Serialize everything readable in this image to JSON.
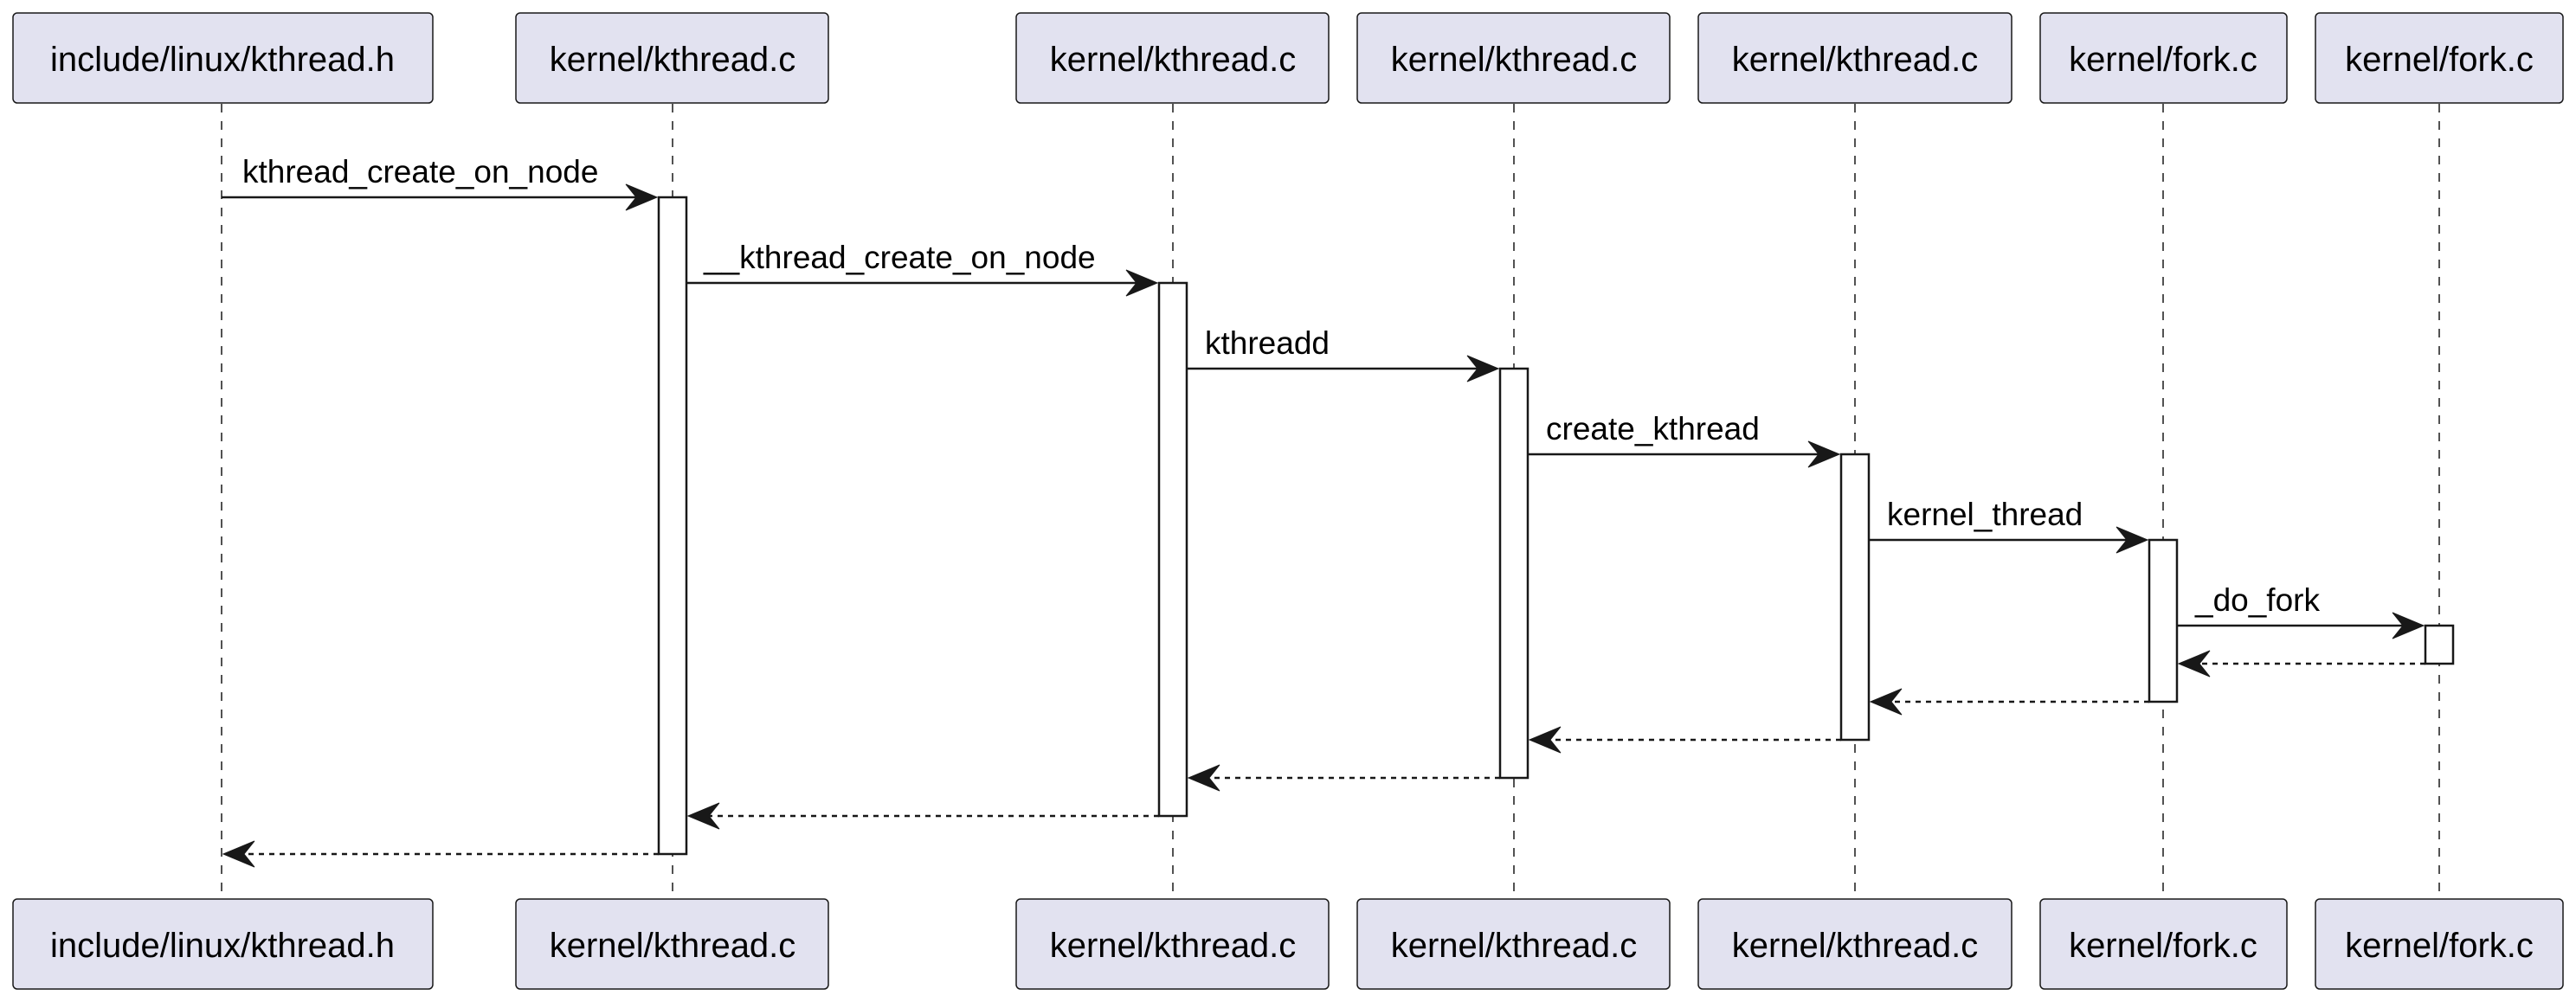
{
  "participants": [
    {
      "label": "include/linux/kthread.h"
    },
    {
      "label": "kernel/kthread.c"
    },
    {
      "label": "kernel/kthread.c"
    },
    {
      "label": "kernel/kthread.c"
    },
    {
      "label": "kernel/kthread.c"
    },
    {
      "label": "kernel/fork.c"
    },
    {
      "label": "kernel/fork.c"
    }
  ],
  "messages": [
    {
      "label": "kthread_create_on_node",
      "from": 0,
      "to": 1
    },
    {
      "label": "__kthread_create_on_node",
      "from": 1,
      "to": 2
    },
    {
      "label": "kthreadd",
      "from": 2,
      "to": 3
    },
    {
      "label": "create_kthread",
      "from": 3,
      "to": 4
    },
    {
      "label": "kernel_thread",
      "from": 4,
      "to": 5
    },
    {
      "label": "_do_fork",
      "from": 5,
      "to": 6
    }
  ],
  "returns": [
    {
      "from": 6,
      "to": 5
    },
    {
      "from": 5,
      "to": 4
    },
    {
      "from": 4,
      "to": 3
    },
    {
      "from": 3,
      "to": 2
    },
    {
      "from": 2,
      "to": 1
    },
    {
      "from": 1,
      "to": 0
    }
  ]
}
